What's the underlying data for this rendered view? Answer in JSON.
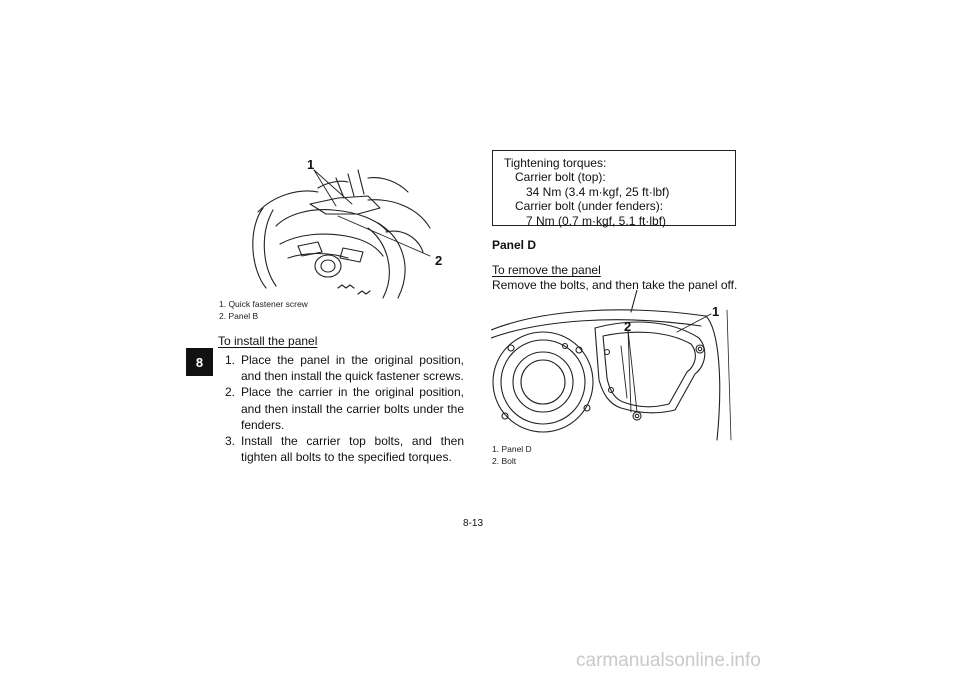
{
  "chapter_tab": "8",
  "figure_top_left": {
    "callouts": [
      "1",
      "2"
    ],
    "captions": [
      "1.  Quick fastener screw",
      "2.  Panel B"
    ]
  },
  "install_section": {
    "heading": "To install the panel",
    "steps": [
      {
        "num": "1.",
        "text": "Place the panel in the original position, and then install the quick fastener screws."
      },
      {
        "num": "2.",
        "text": "Place the carrier in the original position, and then install the carrier bolts under the fenders."
      },
      {
        "num": "3.",
        "text": "Install the carrier top bolts, and then tighten all bolts to the specified torques."
      }
    ]
  },
  "torque_box": {
    "title": "Tightening torques:",
    "item1_label": "Carrier bolt (top):",
    "item1_value": "34 Nm (3.4 m·kgf, 25 ft·lbf)",
    "item2_label": "Carrier bolt (under fenders):",
    "item2_value": "7 Nm (0.7 m·kgf, 5.1 ft·lbf)"
  },
  "panel_d": {
    "heading": "Panel D",
    "remove_heading": "To remove the panel",
    "remove_text": "Remove the bolts, and then take the panel off.",
    "callouts": [
      "1",
      "2"
    ],
    "captions": [
      "1.  Panel D",
      "2.  Bolt"
    ]
  },
  "page_number": "8-13",
  "watermark": "carmanualsonline.info"
}
